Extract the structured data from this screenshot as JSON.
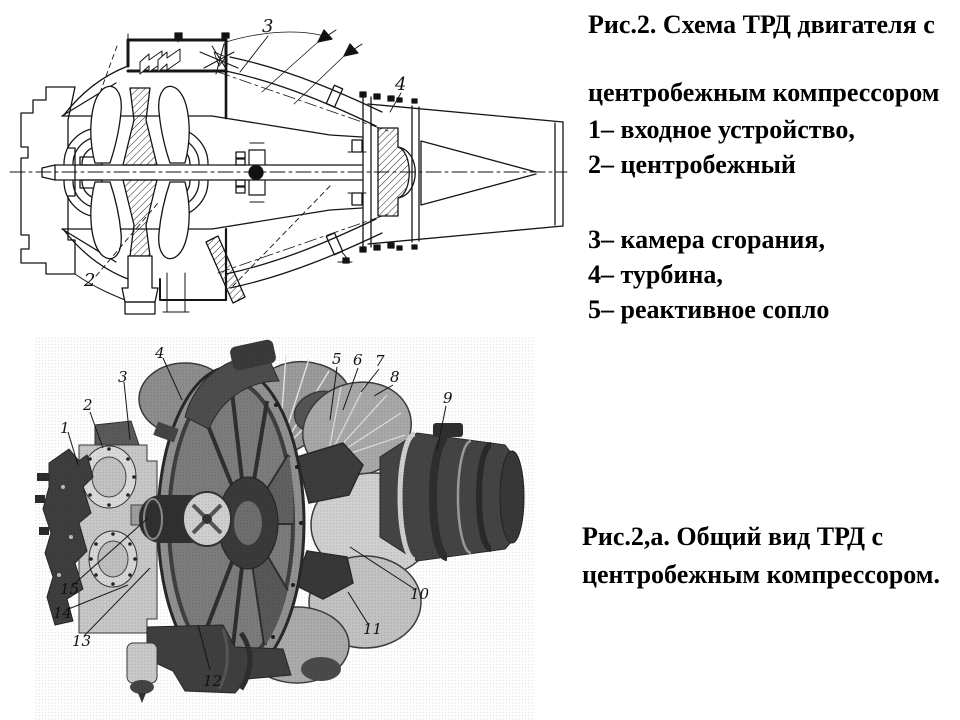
{
  "colors": {
    "ink": "#111111",
    "paper": "#ffffff",
    "photo_dark": "#3a3a3a",
    "photo_mid": "#919191",
    "photo_light": "#d0d0d0"
  },
  "top_figure": {
    "caption_line1": "Рис.2. Схема ТРД двигателя с",
    "caption_line2": "центробежным компрессором",
    "legend_group1": [
      "1– входное устройство,",
      "2– центробежный"
    ],
    "legend_group2": [
      "3– камера сгорания,",
      "4– турбина,",
      "5– реактивное сопло"
    ],
    "part_labels": {
      "n2": "2",
      "n3": "3",
      "n4": "4"
    }
  },
  "bottom_figure": {
    "caption_line1": "Рис.2,а. Общий вид ТРД с",
    "caption_line2": "центробежным компрессором.",
    "part_labels": [
      "1",
      "2",
      "3",
      "4",
      "5",
      "6",
      "7",
      "8",
      "9",
      "10",
      "11",
      "12",
      "13",
      "14",
      "15"
    ]
  }
}
